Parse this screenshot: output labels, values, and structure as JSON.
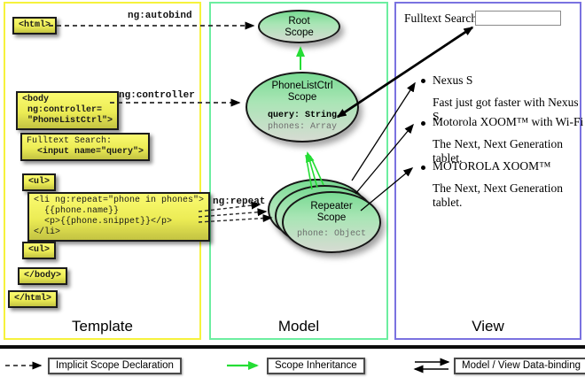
{
  "template_col": {
    "label": "Template",
    "html_open": "<html>",
    "body_open": "<body\n ng:controller=\n \"PhoneListCtrl\">",
    "fulltext_line1": "Fulltext Search:",
    "fulltext_line2": "  <input name=\"query\">",
    "ul_open_1": "<ul>",
    "li_repeat": "<li ng:repeat=\"phone in phones\">\n  {{phone.name}}\n  <p>{{phone.snippet}}</p>\n</li>",
    "ul_open_2": "<ul>",
    "body_close": "</body>",
    "html_close": "</html>"
  },
  "arrow_labels": {
    "autobind": "ng:autobind",
    "controller": "ng:controller",
    "repeat": "ng:repeat"
  },
  "model_col": {
    "label": "Model",
    "root_scope_title": "Root\nScope",
    "phonelist_title": "PhoneListCtrl\nScope",
    "phonelist_prop_query": "query: String",
    "phonelist_prop_phones": "phones: Array",
    "repeater_title": "Repeater\nScope",
    "repeater_prop": "phone: Object"
  },
  "view_col": {
    "label": "View",
    "fulltext_label": "Fulltext Search:",
    "search_value": "",
    "items": [
      {
        "title": "Nexus S",
        "snippet": "Fast just got faster with Nexus S."
      },
      {
        "title": "Motorola XOOM™ with Wi-Fi",
        "snippet": "The Next, Next Generation tablet."
      },
      {
        "title": "MOTOROLA XOOM™",
        "snippet": "The Next, Next Generation tablet."
      }
    ]
  },
  "legend": {
    "implicit": "Implicit Scope Declaration",
    "inheritance": "Scope Inheritance",
    "databinding": "Model / View Data-binding"
  },
  "colors": {
    "template_border": "#f6f23c",
    "model_border": "#6ceea0",
    "view_border": "#7a72e0",
    "scope_fill_top": "#79da93",
    "scope_fill_bottom": "#d6dbd2",
    "code_box_fill": "#ecec55",
    "green_arrow": "#25dd35",
    "arrow_black": "#000000"
  }
}
